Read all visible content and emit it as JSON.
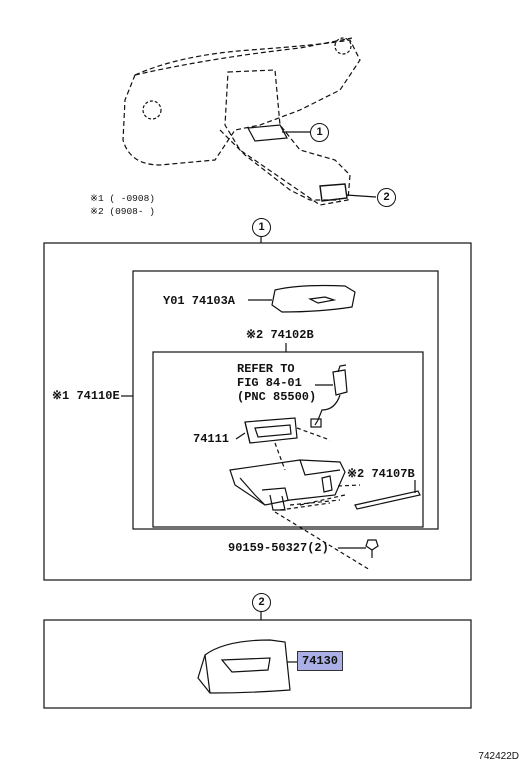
{
  "diagram": {
    "notes": [
      "※1 (  -0908)",
      "※2 (0908-  )"
    ],
    "callout_1": "1",
    "callout_2": "2",
    "section_1_marker": "1",
    "section_2_marker": "2",
    "parts": {
      "p74103a": "Y01 74103A",
      "p74102b": "※2 74102B",
      "p74110e": "※1 74110E",
      "refer_note": [
        "REFER TO",
        "FIG 84-01",
        "(PNC 85500)"
      ],
      "p74111": "74111",
      "p74107b": "※2 74107B",
      "p90159": "90159-50327(2)",
      "p74130": "74130"
    },
    "highlight_color": "#aab0e6",
    "reference_code": "742422D"
  }
}
